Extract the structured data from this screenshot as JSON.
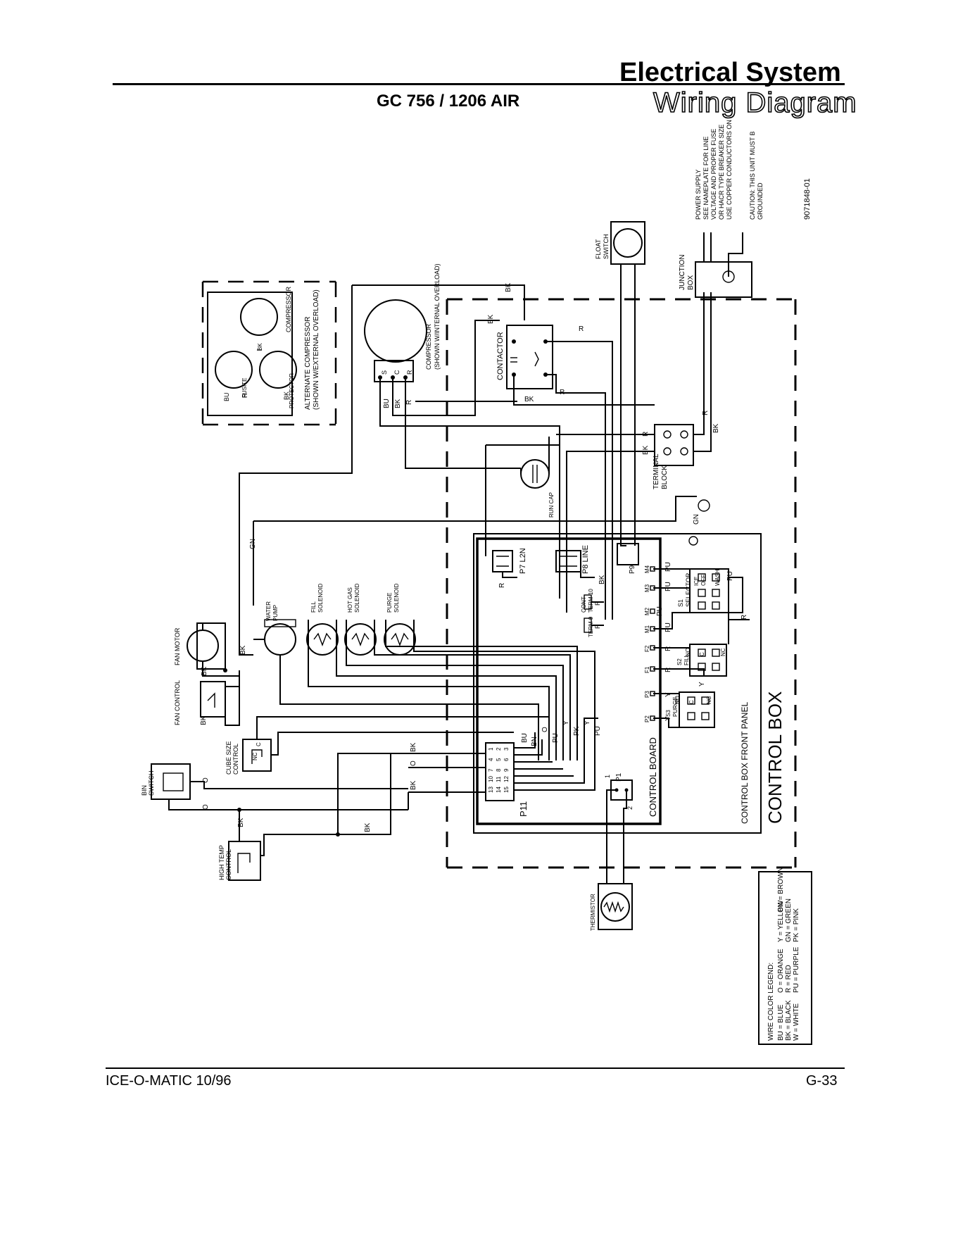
{
  "header": {
    "section_title": "Electrical System",
    "model": "GC 756 / 1206 AIR",
    "subtitle": "Wiring Diagram"
  },
  "footer": {
    "left": "ICE-O-MATIC 10/96",
    "right": "G-33"
  },
  "diagram": {
    "doc_number": "9071848-01",
    "power_supply_title": "POWER SUPPLY",
    "power_supply_notes": [
      "SEE NAMEPLATE FOR LINE",
      "VOLTAGE AND PROPER FUSE",
      "OR HACR TYPE BREAKER SIZE",
      "USE COPPER CONDUCTORS ON"
    ],
    "caution": [
      "CAUTION:  THIS UNIT MUST B",
      "GROUNDED"
    ],
    "junction_box": [
      "JUNCTION",
      "BOX"
    ],
    "float_switch": [
      "FLOAT",
      "SWITCH"
    ],
    "alt_compressor": {
      "label": "COMPRESSOR",
      "caption": [
        "ALTERNATE COMPRESSOR",
        "(SHOWN W/EXTERNAL OVERLOAD)"
      ],
      "protector": "PROTECTOR",
      "fusite": "FUSITE"
    },
    "compressor": [
      "COMPRESSOR",
      "(SHOWN W/INTERNAL OVERLOAD)"
    ],
    "contactor": "CONTACTOR",
    "terminal_block": [
      "TERMINAL",
      "BLOCK"
    ],
    "run_cap": "RUN CAP",
    "fan_motor": "FAN MOTOR",
    "fan_control": "FAN CONTROL",
    "water_pump": [
      "WATER",
      "PUMP"
    ],
    "fill_solenoid": [
      "FILL",
      "SOLENOID"
    ],
    "hot_gas_solenoid": [
      "HOT GAS",
      "SOLENOID"
    ],
    "purge_solenoid": [
      "PURGE",
      "SOLENOID"
    ],
    "bin_switch": [
      "BIN",
      "SWITCH"
    ],
    "cube_size_control": [
      "CUBE SIZE",
      "CONTROL"
    ],
    "high_temp_control": [
      "HIGH TEMP",
      "CONTROL"
    ],
    "thermistor": "THERMISTOR",
    "control_board": "CONTROL BOARD",
    "control_box_front_panel": "CONTROL BOX FRONT PANEL",
    "control_box": "CONTROL BOX",
    "connectors": {
      "p7": "P7 L2N",
      "p8": "P8 LINE",
      "p9": "P9",
      "p11": "P11",
      "p1": "P1",
      "cont_term10": [
        "CONT",
        "TERM 10"
      ],
      "term9": "TERM 9"
    },
    "switches": {
      "s1": [
        "S1",
        "SELECTOR"
      ],
      "s2": [
        "S2",
        "FILL"
      ],
      "s3": [
        "S3",
        "PURGE"
      ],
      "ice": "ICE",
      "off": "OFF",
      "wash": "WASH"
    },
    "board_pins": [
      "M4",
      "M3",
      "M2",
      "M1",
      "F2",
      "F1",
      "P3",
      "P2"
    ],
    "p11_pins": [
      "1",
      "4",
      "7",
      "10",
      "13",
      "2",
      "5",
      "8",
      "11",
      "14",
      "3",
      "6",
      "9",
      "12",
      "15"
    ],
    "wire_tags": {
      "bk": "BK",
      "bu": "BU",
      "r": "R",
      "gn": "GN",
      "pu": "PU",
      "o": "O",
      "y": "Y",
      "pk": "PK",
      "bn": "BN",
      "c": "C",
      "s": "S",
      "no": "NO",
      "nc": "NC"
    },
    "legend": {
      "title": "WIRE COLOR LEGEND:",
      "col1": [
        "BU = BLUE",
        "BK = BLACK",
        "W = WHITE"
      ],
      "col2": [
        "O = ORANGE",
        "R = RED",
        "PU = PURPLE"
      ],
      "col3": [
        "Y = YELLOW",
        "GN = GREEN",
        "PK = PINK"
      ],
      "col4": [
        "BN = BROWN"
      ]
    }
  }
}
